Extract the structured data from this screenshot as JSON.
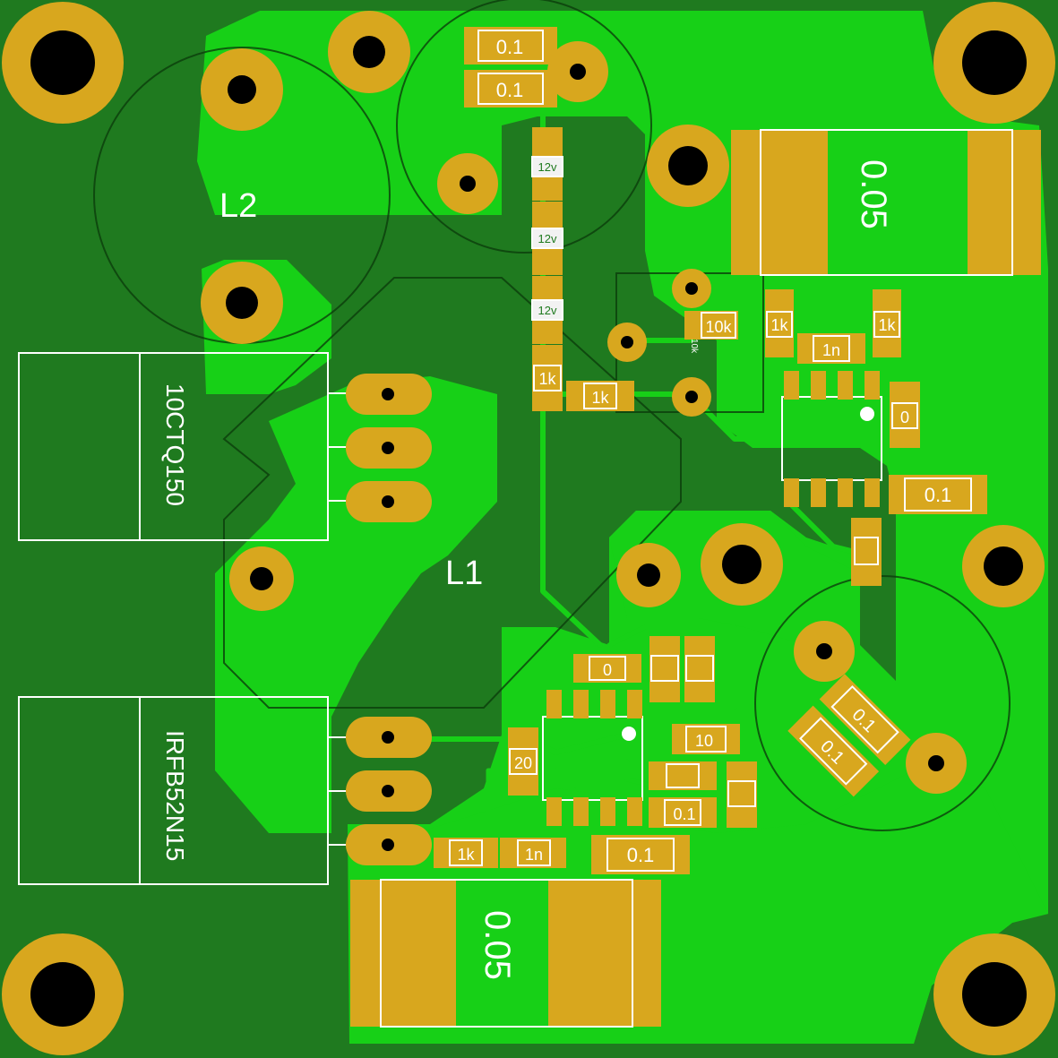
{
  "colors": {
    "board": "#1f7a1f",
    "copper_pour": "#17d017",
    "pad": "#d8a71e",
    "silkscreen": "#ffffff",
    "drill": "#000000"
  },
  "labels": {
    "l2": "L2",
    "l1": "L1",
    "diode": "10CTQ150",
    "mosfet": "IRFB52N15",
    "shunt_top": "0.05",
    "shunt_bottom": "0.05"
  },
  "components": {
    "cap_top_1": "0.1",
    "cap_top_2": "0.1",
    "zener_1": "12v",
    "zener_2": "12v",
    "zener_3": "12v",
    "res_1k_a": "1k",
    "res_1k_b": "1k",
    "res_10k": "10k",
    "res_10k_small": "10k",
    "res_1k_c": "1k",
    "res_1k_d": "1k",
    "cap_1n_top": "1n",
    "res_0_right": "0",
    "cap_01_right": "0.1",
    "res_0_mid": "0",
    "res_20": "20",
    "res_10": "10",
    "cap_01_mid": "0.1",
    "cap_01_bottom": "0.1",
    "res_1k_bottom": "1k",
    "cap_1n_bottom": "1n",
    "cap_01_rot_a": "0.1",
    "cap_01_rot_b": "0.1"
  }
}
